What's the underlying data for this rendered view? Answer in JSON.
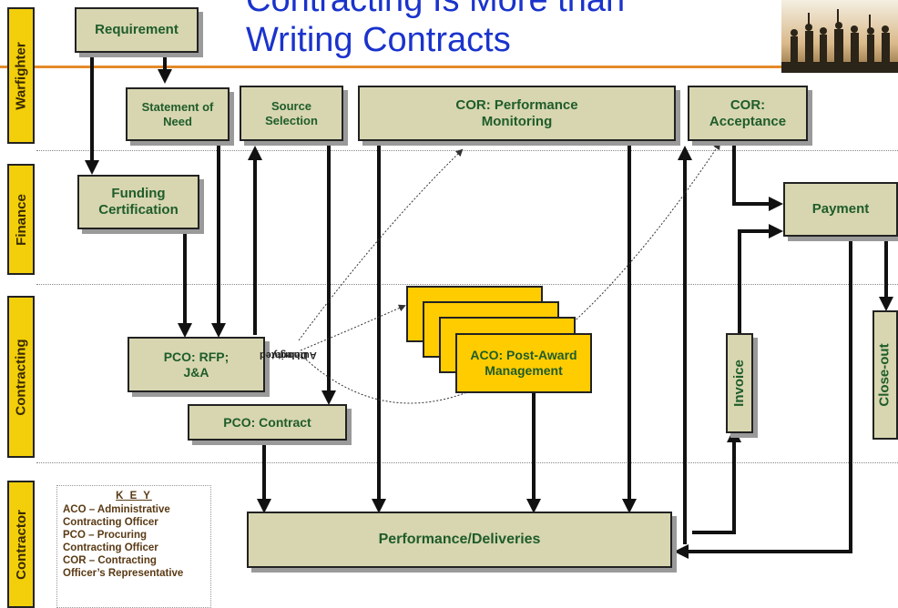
{
  "title": {
    "line1": "Contracting Is More than",
    "line2": "Writing Contracts"
  },
  "lanes": [
    "Warfighter",
    "Finance",
    "Contracting",
    "Contractor"
  ],
  "boxes": {
    "requirement": "Requirement",
    "statement_of_need": "Statement of Need",
    "source_selection": "Source Selection",
    "cor_performance_monitoring": "COR: Performance Monitoring",
    "cor_acceptance": "COR: Acceptance",
    "funding_certification": "Funding Certification",
    "payment": "Payment",
    "pco_rfp": "PCO: RFP; J&A",
    "aco_post_award": "ACO: Post-Award Management",
    "invoice": "Invoice",
    "close_out": "Close-out",
    "pco_contract": "PCO: Contract",
    "performance_deliveries": "Performance/Deliveries"
  },
  "delegated_authority": {
    "line1": "Delegated",
    "line2": "Authority"
  },
  "key": {
    "title": "K E Y",
    "lines": [
      "ACO – Administrative",
      "Contracting Officer",
      "PCO – Procuring",
      "Contracting Officer",
      "COR – Contracting",
      "Officer’s Representative"
    ]
  },
  "colors": {
    "box_fill": "#d7d6b0",
    "box_text": "#1f5c2a",
    "lane_fill": "#f2cf0a",
    "aco_fill": "#ffcc00",
    "title": "#1a33cc",
    "divider": "#e48a2a"
  }
}
